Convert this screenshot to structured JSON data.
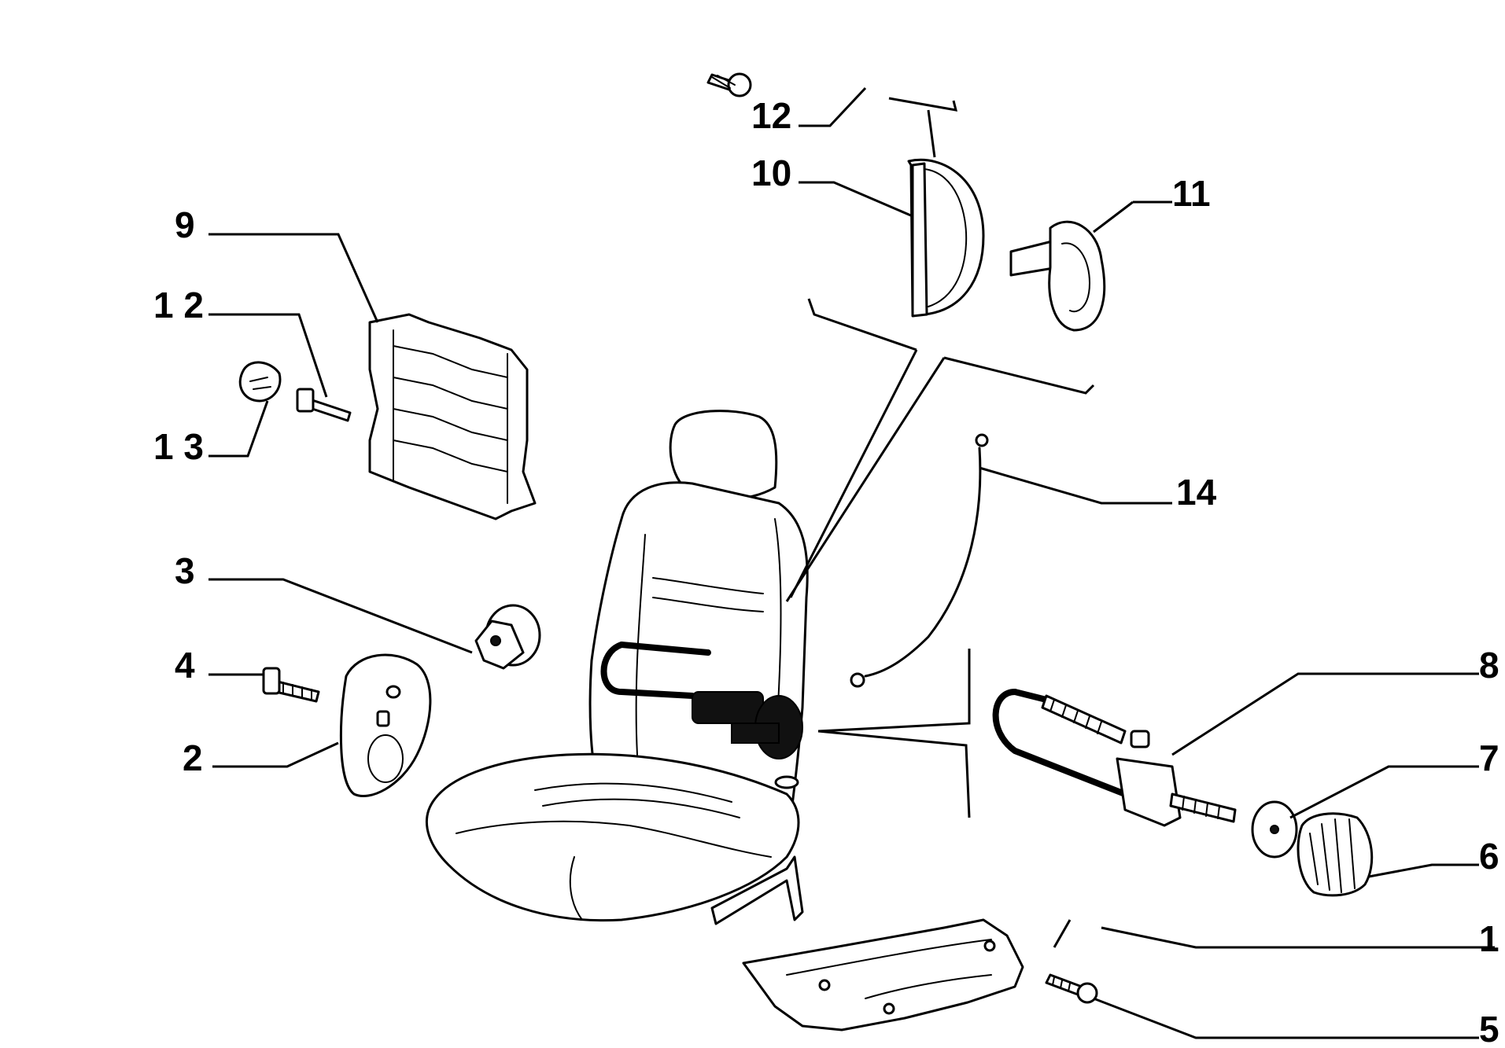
{
  "callouts": [
    {
      "id": "c12a",
      "text": "12"
    },
    {
      "id": "c10",
      "text": "10"
    },
    {
      "id": "c11",
      "text": "11"
    },
    {
      "id": "c9",
      "text": "9"
    },
    {
      "id": "c12b",
      "text": "1 2"
    },
    {
      "id": "c13",
      "text": "1 3"
    },
    {
      "id": "c14",
      "text": "14"
    },
    {
      "id": "c3",
      "text": "3"
    },
    {
      "id": "c4",
      "text": "4"
    },
    {
      "id": "c8",
      "text": "8"
    },
    {
      "id": "c7",
      "text": "7"
    },
    {
      "id": "c2",
      "text": "2"
    },
    {
      "id": "c6",
      "text": "6"
    },
    {
      "id": "c1",
      "text": "1"
    },
    {
      "id": "c5",
      "text": "5"
    }
  ]
}
